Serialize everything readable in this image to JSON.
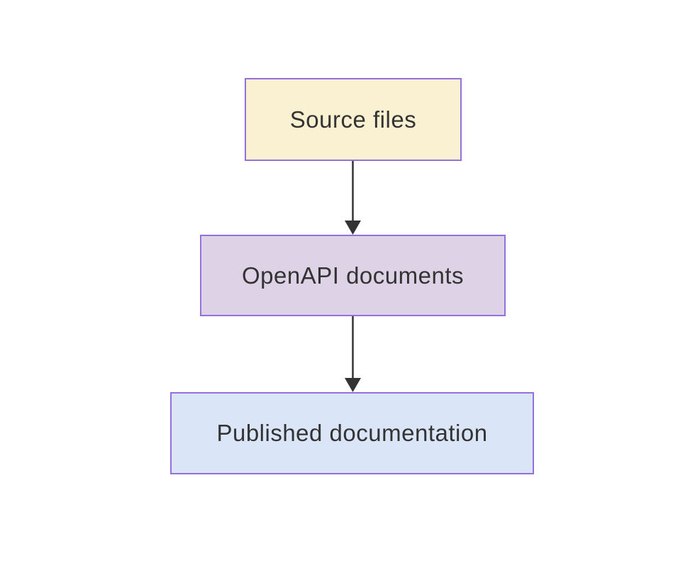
{
  "diagram": {
    "type": "flowchart",
    "direction": "top-down",
    "background_color": "#ffffff",
    "node_border_color": "#9370db",
    "node_text_color": "#333333",
    "edge_color": "#333333",
    "nodes": [
      {
        "id": "source",
        "label": "Source files",
        "fill": "#faf0d2"
      },
      {
        "id": "openapi",
        "label": "OpenAPI documents",
        "fill": "#ded2e7"
      },
      {
        "id": "published",
        "label": "Published documentation",
        "fill": "#dbe5f8"
      }
    ],
    "edges": [
      {
        "from": "Source files",
        "to": "OpenAPI documents",
        "style": "solid-arrow"
      },
      {
        "from": "OpenAPI documents",
        "to": "Published documentation",
        "style": "solid-arrow"
      }
    ]
  }
}
